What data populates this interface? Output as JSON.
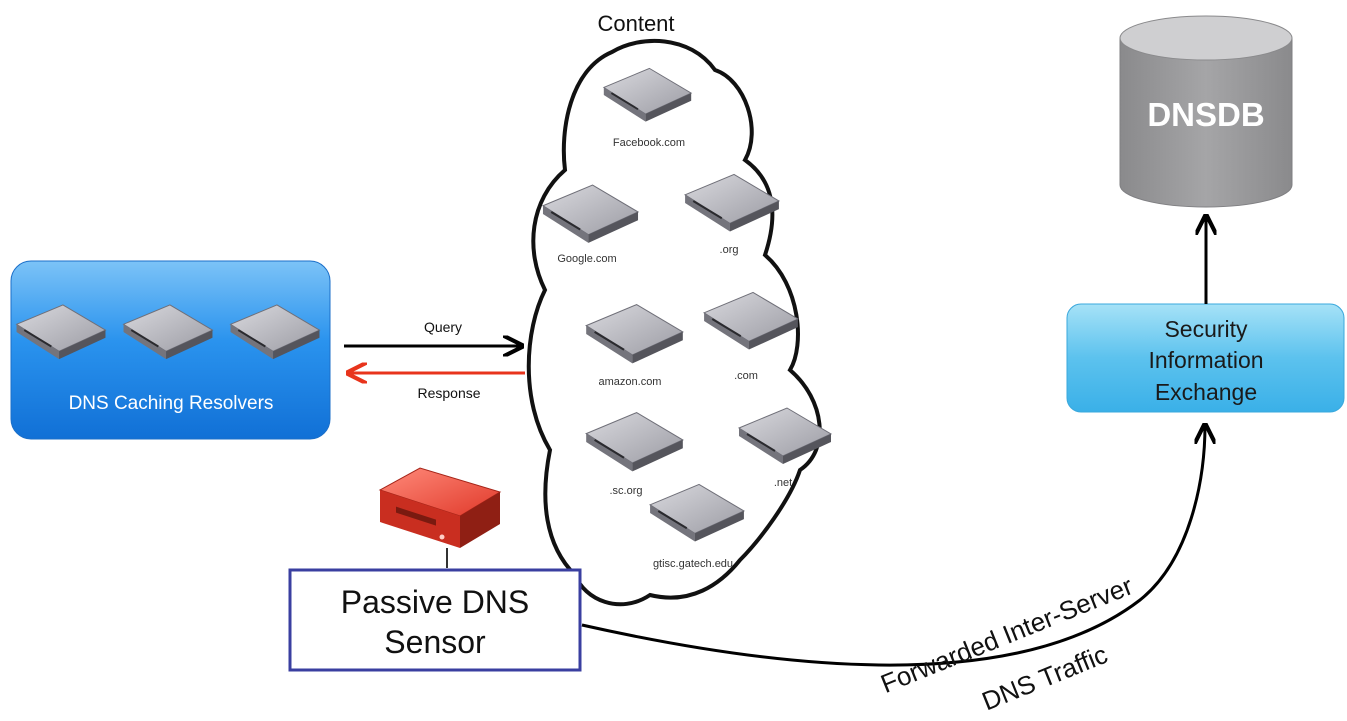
{
  "content_title": "Content",
  "database": {
    "label": "DNSDB"
  },
  "resolvers": {
    "label": "DNS Caching Resolvers"
  },
  "arrows": {
    "query": "Query",
    "response": "Response"
  },
  "servers": [
    {
      "label": "Facebook.com"
    },
    {
      "label": "Google.com"
    },
    {
      "label": ".org"
    },
    {
      "label": "amazon.com"
    },
    {
      "label": ".com"
    },
    {
      "label": ".sc.org"
    },
    {
      "label": ".net"
    },
    {
      "label": "gtisc.gatech.edu"
    }
  ],
  "sie": {
    "line1": "Security",
    "line2": "Information",
    "line3": "Exchange"
  },
  "sensor": {
    "line1": "Passive DNS",
    "line2": "Sensor"
  },
  "traffic": {
    "line1": "Forwarded Inter-Server",
    "line2": "DNS Traffic"
  },
  "colors": {
    "blue_box": "#1f86e6",
    "sie_box": "#5cc2ee",
    "sensor_border": "#3a3fa0",
    "response_arrow": "#e8341c",
    "db_gray": "#9a9a9c",
    "sensor_red": "#e03a2c"
  }
}
